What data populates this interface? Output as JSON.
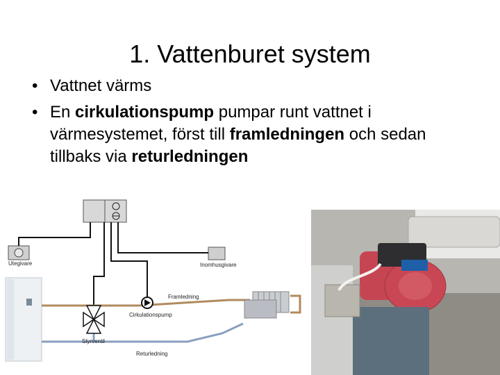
{
  "slide": {
    "title": "1. Vattenburet system",
    "bullets": [
      {
        "text": "Vattnet värms"
      },
      {
        "parts": [
          {
            "text": "En ",
            "bold": false
          },
          {
            "text": "cirkulationspump",
            "bold": true
          },
          {
            "text": " pumpar runt vattnet i värmesystemet, först till ",
            "bold": false
          },
          {
            "text": "framledningen",
            "bold": true
          },
          {
            "text": " och sedan tillbaks via ",
            "bold": false
          },
          {
            "text": "returledningen",
            "bold": true
          }
        ]
      }
    ],
    "bullet_glyph": "•"
  },
  "diagram": {
    "labels": {
      "utegivare": "Utegivare",
      "inomhusgivare": "Inomhusgivare",
      "framledning": "Framledning",
      "cirkulationspump": "Cirkulationspump",
      "styrventil": "Styrventil",
      "returledning": "Returledning"
    },
    "colors": {
      "supply_pipe": "#b08a5e",
      "return_pipe": "#8a9fbf",
      "control_wire": "#111111"
    }
  },
  "photo": {
    "description_icon": "circulation-pump-photo"
  }
}
